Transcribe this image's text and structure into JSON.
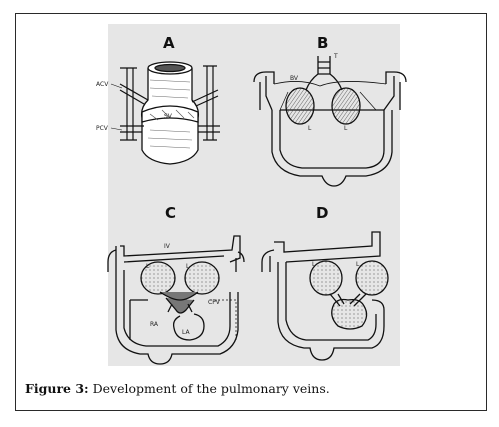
{
  "figure": {
    "caption_label": "Figure 3:",
    "caption_text": " Development of the pulmonary veins.",
    "panels": [
      {
        "letter": "A",
        "labels": [
          "ACV",
          "SV",
          "PCV"
        ]
      },
      {
        "letter": "B",
        "labels": [
          "T",
          "BV",
          "L",
          "L"
        ]
      },
      {
        "letter": "C",
        "labels": [
          "IV",
          "L",
          "L",
          "CPV",
          "RA",
          "LA"
        ]
      },
      {
        "letter": "D",
        "labels": [
          "L",
          "L"
        ]
      }
    ]
  }
}
